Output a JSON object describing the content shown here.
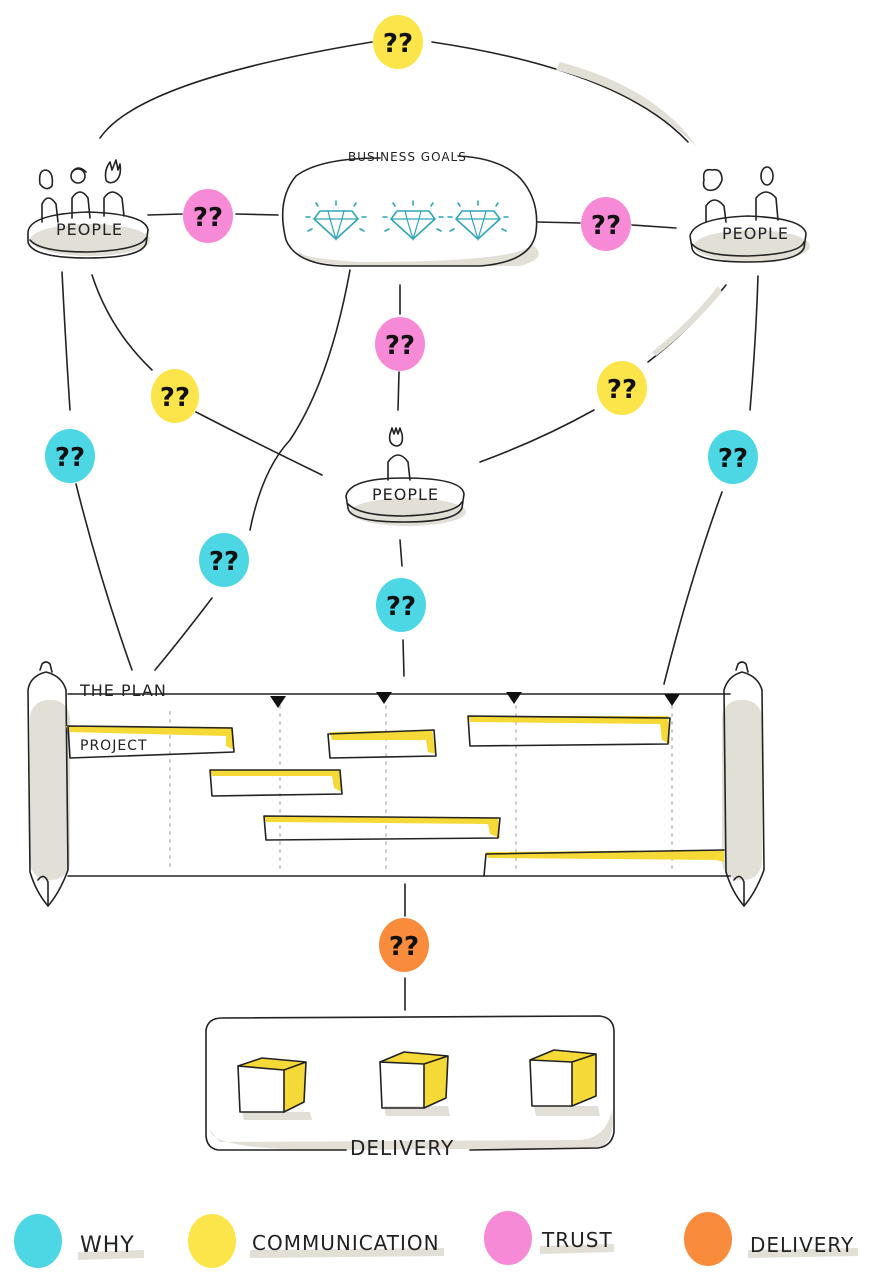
{
  "colors": {
    "why": "#4dd6e4",
    "communication": "#fbe54a",
    "trust": "#f78ad6",
    "delivery": "#f98c3c",
    "gold": "#f5d936",
    "diamond": "#2fa6b6",
    "ink": "#222222"
  },
  "labels": {
    "people_left": "PEOPLE",
    "people_right": "PEOPLE",
    "people_center": "PEOPLE",
    "business_goals": "BUSINESS GOALS",
    "the_plan": "THE PLAN",
    "project": "PROJECT",
    "delivery": "DELIVERY",
    "question_mark": "??"
  },
  "legend": [
    {
      "key": "why",
      "label": "WHY"
    },
    {
      "key": "communication",
      "label": "COMMUNICATION"
    },
    {
      "key": "trust",
      "label": "TRUST"
    },
    {
      "key": "delivery",
      "label": "DELIVERY"
    }
  ],
  "icons": {
    "diamond": "diamond-icon",
    "box": "box-icon",
    "person": "person-icon",
    "milestone": "milestone-marker-icon"
  }
}
